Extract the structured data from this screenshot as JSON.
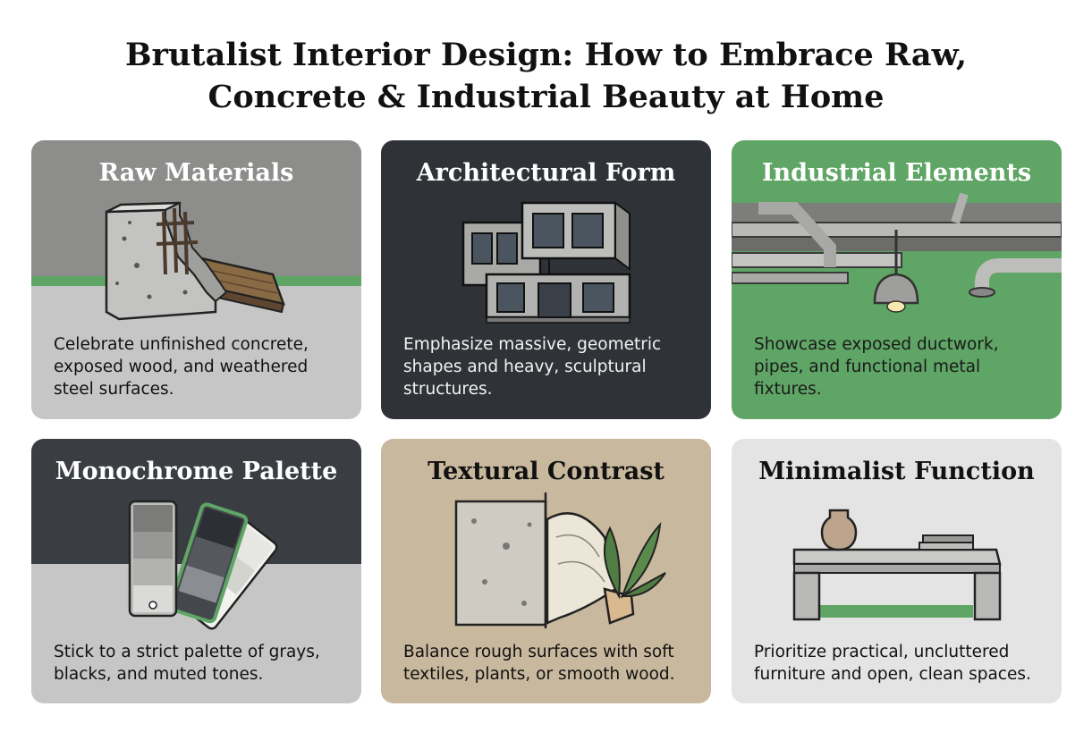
{
  "page": {
    "title_line1": "Brutalist Interior Design: How to Embrace Raw,",
    "title_line2": "Concrete & Industrial Beauty at Home"
  },
  "colors": {
    "accent_green": "#5fa565",
    "concrete_gray": "#8c8c8a",
    "charcoal": "#2f3237",
    "light_gray": "#c5c6c5",
    "beige": "#c8b89d",
    "pale_gray": "#e3e4e3"
  },
  "cards": [
    {
      "title": "Raw Materials",
      "description": "Celebrate unfinished concrete, exposed wood, and weathered steel surfaces.",
      "icon": "concrete-wall-with-rebar-and-timber-icon"
    },
    {
      "title": "Architectural Form",
      "description": "Emphasize massive, geometric shapes and heavy, sculptural structures.",
      "icon": "brutalist-building-icon"
    },
    {
      "title": "Industrial Elements",
      "description": "Showcase exposed ductwork, pipes, and functional metal fixtures.",
      "icon": "pipes-and-pendant-lamp-icon"
    },
    {
      "title": "Monochrome Palette",
      "description": "Stick to a strict palette of grays, blacks, and muted tones.",
      "icon": "color-swatch-fan-icon"
    },
    {
      "title": "Textural Contrast",
      "description": "Balance rough surfaces with soft textiles, plants, or smooth wood.",
      "icon": "concrete-blanket-plant-icon"
    },
    {
      "title": "Minimalist Function",
      "description": "Prioritize practical, uncluttered furniture and open, clean spaces.",
      "icon": "concrete-bench-with-vase-icon"
    }
  ]
}
